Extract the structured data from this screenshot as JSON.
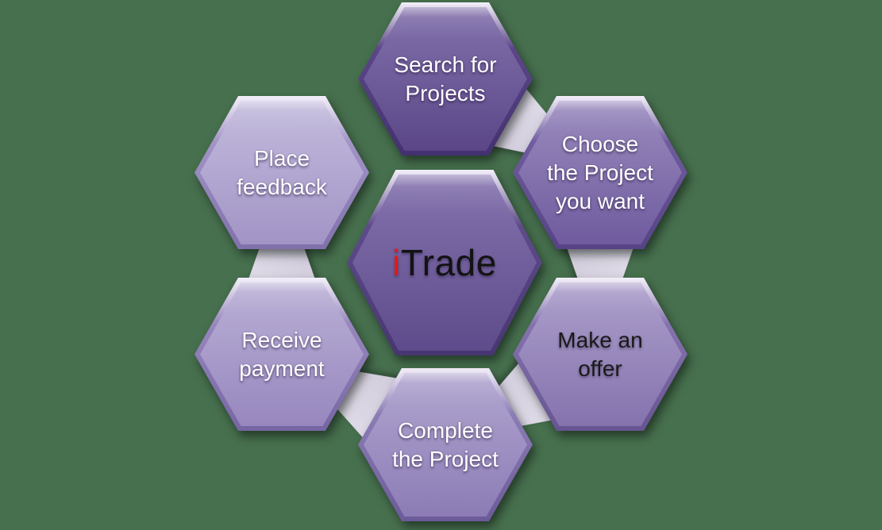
{
  "background_color": "#47704E",
  "connector": {
    "color_light": "#E2DEEA",
    "color_dark": "#CFC9D9"
  },
  "center_node": {
    "brand_prefix": "i",
    "brand_rest": "Trade",
    "prefix_color": "#E01B17",
    "text_color": "#131313",
    "colors": {
      "top": "#8473AE",
      "bottom": "#5E4B8B",
      "edge": "#483672"
    }
  },
  "nodes": [
    {
      "id": "search-for-projects",
      "label": "Search for\nProjects",
      "text_color": "#FFFFFF",
      "colors": {
        "top": "#8271AC",
        "bottom": "#5B4788",
        "edge": "#44316F"
      }
    },
    {
      "id": "choose-the-project",
      "label": "Choose\nthe Project\nyou want",
      "text_color": "#FFFFFF",
      "colors": {
        "top": "#9A8BBE",
        "bottom": "#6F5B9E",
        "edge": "#564385"
      }
    },
    {
      "id": "make-an-offer",
      "label": "Make an\noffer",
      "text_color": "#1A1A1A",
      "colors": {
        "top": "#AC9FCB",
        "bottom": "#8573AE",
        "edge": "#675492"
      }
    },
    {
      "id": "complete-the-project",
      "label": "Complete\nthe Project",
      "text_color": "#FFFFFF",
      "colors": {
        "top": "#B1A6D0",
        "bottom": "#8C7CB5",
        "edge": "#6C5A9A"
      }
    },
    {
      "id": "receive-payment",
      "label": "Receive\npayment",
      "text_color": "#FFFFFF",
      "colors": {
        "top": "#BAB0D6",
        "bottom": "#9787BE",
        "edge": "#7665A3"
      }
    },
    {
      "id": "place-feedback",
      "label": "Place\nfeedback",
      "text_color": "#FFFFFF",
      "colors": {
        "top": "#C3BBDD",
        "bottom": "#A294C6",
        "edge": "#8170AC"
      }
    }
  ]
}
